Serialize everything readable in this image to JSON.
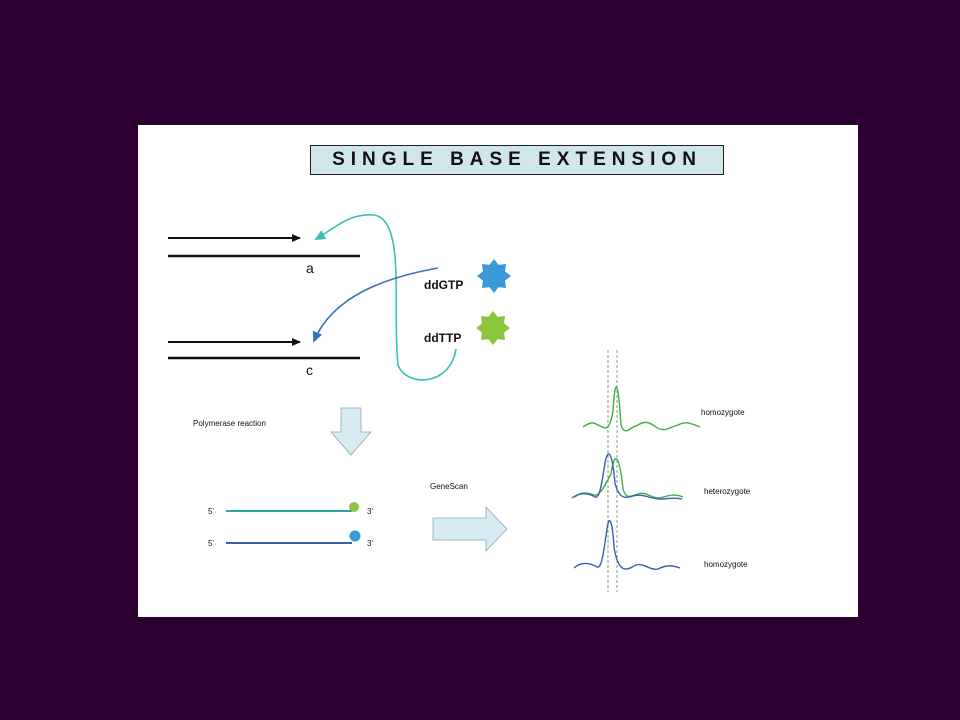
{
  "title": "SINGLE BASE EXTENSION",
  "strand_labels": {
    "top": "a",
    "bottom": "c"
  },
  "nucleotides": [
    {
      "label": "ddGTP",
      "color": "#3a9ad9"
    },
    {
      "label": "ddTTP",
      "color": "#8cc63f"
    }
  ],
  "step_label": "Polymerase reaction",
  "products": [
    {
      "five": "5'",
      "three": "3'",
      "line_color": "#2aa69a",
      "dot_color": "#8cc63f"
    },
    {
      "five": "5'",
      "three": "3'",
      "line_color": "#3b5fb5",
      "dot_color": "#3a9ad9"
    }
  ],
  "analysis_label": "GeneScan",
  "traces": [
    {
      "label": "homozygote"
    },
    {
      "label": "heterozygote"
    },
    {
      "label": "homozygote"
    }
  ],
  "colors": {
    "background": "#2b0030",
    "panel": "#ffffff",
    "title_box": "#cfe6ea",
    "arrow_fill": "#d6ecf2",
    "green_trace": "#3fae3f",
    "blue_trace": "#3b5fb5",
    "teal_arrow": "#3bbfb0",
    "blue_arrow": "#3b6fc0"
  }
}
